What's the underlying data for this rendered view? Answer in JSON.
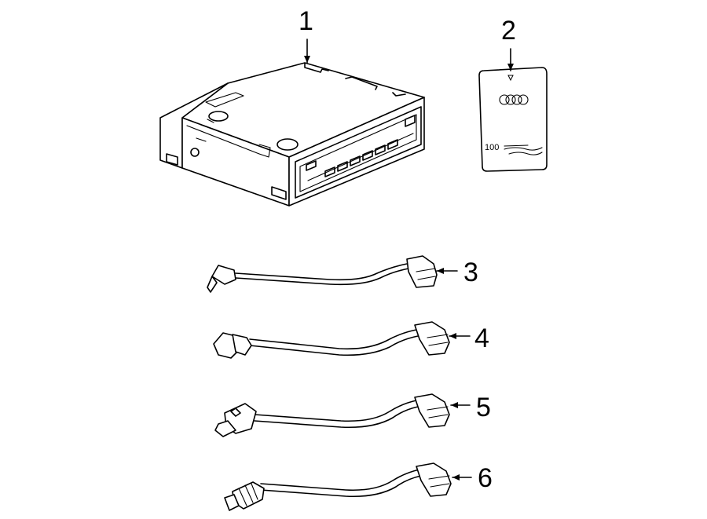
{
  "diagram": {
    "callouts": [
      {
        "number": "1",
        "part": "cd-changer-unit"
      },
      {
        "number": "2",
        "part": "memory-card"
      },
      {
        "number": "3",
        "part": "cable-3-5mm-plug"
      },
      {
        "number": "4",
        "part": "cable-round-connector"
      },
      {
        "number": "5",
        "part": "cable-usb-connector"
      },
      {
        "number": "6",
        "part": "cable-coax-connector"
      }
    ],
    "card": {
      "label": "100"
    }
  }
}
